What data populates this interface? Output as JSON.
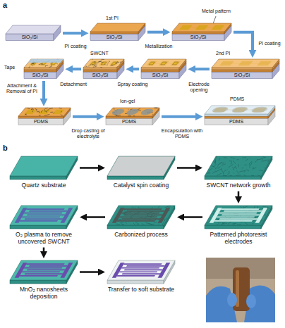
{
  "diagram": {
    "nodes": [
      {
        "text": [
          "SiO₂/Si"
        ]
      },
      {
        "text": [
          "SiO₂/Si"
        ]
      },
      {
        "text": [
          "SiO₂/Si"
        ]
      },
      {
        "text": [
          "SiO₂/Si"
        ]
      },
      {
        "text": [
          "SiO₂/Si"
        ]
      },
      {
        "text": [
          "SiO₂/Si"
        ]
      },
      {
        "text": [
          "SiO₂/Si"
        ]
      },
      {
        "text": [
          "PDMS"
        ]
      },
      {
        "text": [
          "PDMS"
        ]
      },
      {
        "text": [
          "PDMS"
        ]
      },
      {
        "text": [
          "Quartz substrate"
        ]
      },
      {
        "text": [
          "Catalyst spin coating"
        ]
      },
      {
        "text": [
          "SWCNT network growth"
        ]
      },
      {
        "text": [
          "Patterned photoresist electrodes"
        ]
      },
      {
        "text": [
          "Carbonized process"
        ]
      },
      {
        "text": [
          "O₂ plasma to remove uncovered SWCNT"
        ]
      },
      {
        "text": [
          "MnO₂ nanosheets deposition"
        ]
      },
      {
        "text": [
          "Transfer to soft substrate"
        ]
      }
    ],
    "edges": [
      {
        "from": 0,
        "to": 1,
        "arrow": "to",
        "label": "PI coating"
      },
      {
        "from": 1,
        "to": 2,
        "arrow": "to",
        "label": "Metallization"
      },
      {
        "from": 2,
        "to": 3,
        "arrow": "to",
        "label": "PI coating"
      },
      {
        "from": 3,
        "to": 4,
        "arrow": "to",
        "label": "Electrode opening"
      },
      {
        "from": 4,
        "to": 5,
        "arrow": "to",
        "label": "Spray coating"
      },
      {
        "from": 5,
        "to": 6,
        "arrow": "to",
        "label": "Detachment"
      },
      {
        "from": 6,
        "to": 7,
        "arrow": "to",
        "label": "Attachment & Removal of PI"
      },
      {
        "from": 7,
        "to": 8,
        "arrow": "to",
        "label": "Drop casting of electrolyte"
      },
      {
        "from": 8,
        "to": 9,
        "arrow": "to",
        "label": "Encapsulation with PDMS"
      },
      {
        "from": 10,
        "to": 11,
        "arrow": "to"
      },
      {
        "from": 11,
        "to": 12,
        "arrow": "to"
      },
      {
        "from": 12,
        "to": 13,
        "arrow": "to"
      },
      {
        "from": 13,
        "to": 14,
        "arrow": "to"
      },
      {
        "from": 14,
        "to": 15,
        "arrow": "to"
      },
      {
        "from": 15,
        "to": 16,
        "arrow": "to"
      },
      {
        "from": 16,
        "to": 17,
        "arrow": "to"
      }
    ],
    "labels": [
      "a",
      "Metal pattern",
      "1st PI",
      "2nd PI",
      "SWCNT",
      "Tape",
      "Ion-gel",
      "PDMS",
      "b"
    ]
  }
}
